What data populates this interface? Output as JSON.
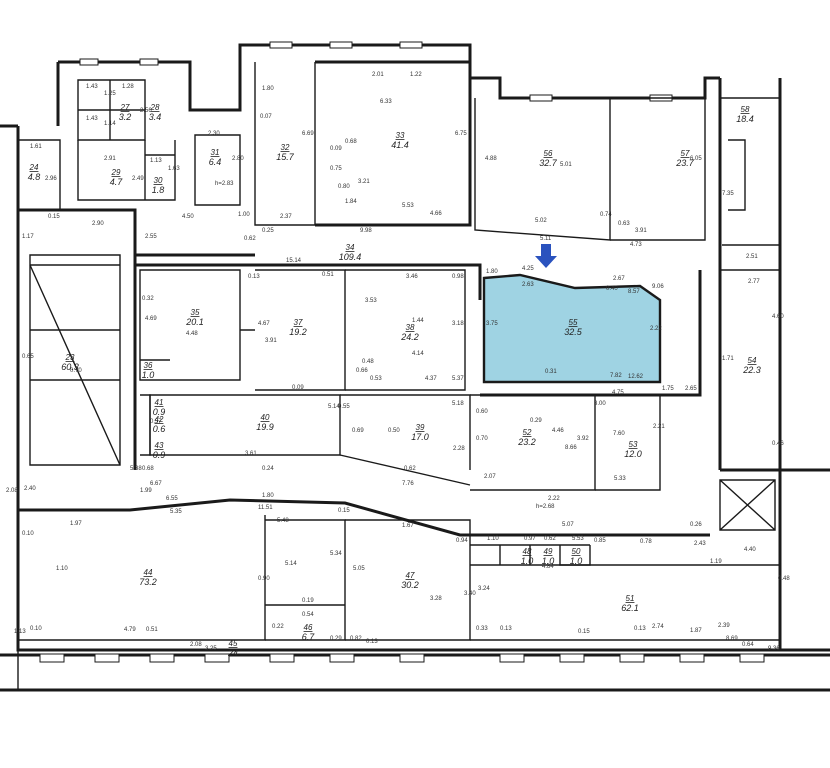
{
  "colors": {
    "highlight": "#9fd3e3",
    "arrow": "#2a52be",
    "wall": "#1a1a1a"
  },
  "marker": {
    "icon": "arrow-down-icon",
    "target_room": "55"
  },
  "rooms": [
    {
      "num": "24",
      "area": "4.8"
    },
    {
      "num": "27",
      "area": "3.2"
    },
    {
      "num": "28",
      "area": "3.4"
    },
    {
      "num": "29",
      "area": "4.7"
    },
    {
      "num": "30",
      "area": "1.8"
    },
    {
      "num": "31",
      "area": "6.4"
    },
    {
      "num": "32",
      "area": "15.7"
    },
    {
      "num": "33",
      "area": "41.4"
    },
    {
      "num": "56",
      "area": "32.7"
    },
    {
      "num": "57",
      "area": "23.7"
    },
    {
      "num": "58",
      "area": "18.4"
    },
    {
      "num": "34",
      "area": "109.4"
    },
    {
      "num": "35",
      "area": "20.1"
    },
    {
      "num": "36",
      "area": "1.0"
    },
    {
      "num": "37",
      "area": "19.2"
    },
    {
      "num": "38",
      "area": "24.2"
    },
    {
      "num": "55",
      "area": "32.5"
    },
    {
      "num": "54",
      "area": "22.3"
    },
    {
      "num": "23",
      "area": "60.3"
    },
    {
      "num": "41",
      "area": "0.9"
    },
    {
      "num": "42",
      "area": "0.6"
    },
    {
      "num": "43",
      "area": "0.9"
    },
    {
      "num": "40",
      "area": "19.9"
    },
    {
      "num": "39",
      "area": "17.0"
    },
    {
      "num": "52",
      "area": "23.2"
    },
    {
      "num": "53",
      "area": "12.0"
    },
    {
      "num": "44",
      "area": "73.2"
    },
    {
      "num": "45",
      "area": "24"
    },
    {
      "num": "46",
      "area": "6.7"
    },
    {
      "num": "47",
      "area": "30.2"
    },
    {
      "num": "48",
      "area": "1.0"
    },
    {
      "num": "49",
      "area": "1.0"
    },
    {
      "num": "50",
      "area": "1.0"
    },
    {
      "num": "51",
      "area": "62.1"
    }
  ],
  "dims": [
    "1.43",
    "1.28",
    "1.25",
    "2.56",
    "1.43",
    "1.14",
    "2.91",
    "1.13",
    "1.63",
    "2.49",
    "1.61",
    "2.96",
    "2.30",
    "2.80",
    "h=2.83",
    "1.80",
    "0.07",
    "6.69",
    "2.37",
    "0.09",
    "0.68",
    "2.01",
    "1.22",
    "6.33",
    "6.75",
    "0.75",
    "0.80",
    "3.21",
    "1.84",
    "5.53",
    "4.66",
    "4.88",
    "5.01",
    "6.05",
    "5.02",
    "0.74",
    "0.63",
    "3.91",
    "5.11",
    "4.73",
    "7.35",
    "2.51",
    "0.15",
    "2.90",
    "4.50",
    "1.00",
    "2.55",
    "0.62",
    "0.25",
    "9.98",
    "1.17",
    "15.14",
    "0.13",
    "0.51",
    "3.46",
    "0.98",
    "4.25",
    "2.67",
    "2.77",
    "0.32",
    "4.69",
    "4.48",
    "4.67",
    "3.91",
    "3.53",
    "1.44",
    "3.18",
    "0.48",
    "4.14",
    "1.80",
    "2.63",
    "0.40",
    "8.57",
    "9.06",
    "4.60",
    "1.71",
    "0.65",
    "0.70",
    "0.09",
    "0.66",
    "0.53",
    "4.37",
    "5.37",
    "3.75",
    "0.31",
    "2.22",
    "7.82",
    "12.62",
    "1.75",
    "2.65",
    "0.46",
    "0.57",
    "5.14",
    "0.55",
    "0.50",
    "5.18",
    "0.60",
    "0.29",
    "3.00",
    "4.75",
    "0.70",
    "4.46",
    "3.92",
    "7.60",
    "2.21",
    "3.61",
    "0.69",
    "2.28",
    "8.66",
    "5.33",
    "0.24",
    "0.62",
    "5.38",
    "0.68",
    "7.76",
    "2.07",
    "2.22",
    "2.08",
    "2.40",
    "1.99",
    "6.67",
    "6.55",
    "1.80",
    "11.51",
    "h=2.68",
    "5.07",
    "0.26",
    "1.97",
    "0.10",
    "5.35",
    "0.15",
    "1.67",
    "0.94",
    "1.10",
    "0.97",
    "0.62",
    "5.53",
    "0.85",
    "0.78",
    "2.43",
    "1.19",
    "4.40",
    "5.48",
    "4.84",
    "1.10",
    "0.90",
    "5.14",
    "5.34",
    "5.05",
    "3.28",
    "3.40",
    "3.24",
    "0.48",
    "0.19",
    "1.13",
    "0.10",
    "0.51",
    "4.79",
    "2.08",
    "3.25",
    "0.22",
    "0.54",
    "0.29",
    "0.82",
    "0.13",
    "0.33",
    "0.13",
    "0.15",
    "0.13",
    "2.74",
    "1.87",
    "2.39",
    "0.64",
    "9.36",
    "8.69"
  ]
}
